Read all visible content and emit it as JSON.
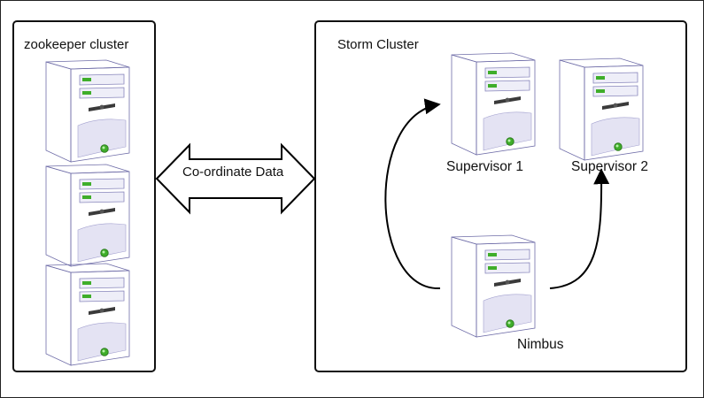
{
  "zookeeper": {
    "title": "zookeeper cluster",
    "server_count": 3
  },
  "storm": {
    "title": "Storm Cluster",
    "nodes": {
      "supervisor1": "Supervisor 1",
      "supervisor2": "Supervisor 2",
      "nimbus": "Nimbus"
    }
  },
  "link": {
    "label": "Co-ordinate Data"
  },
  "colors": {
    "server_body": "#c9c8e6",
    "server_side": "#9a98c7",
    "server_panel": "#e5e4f4",
    "led_green": "#3fae2a",
    "line": "#000000"
  },
  "icons": {
    "server": "tower-server-icon",
    "arrow": "double-headed-arrow-icon"
  }
}
